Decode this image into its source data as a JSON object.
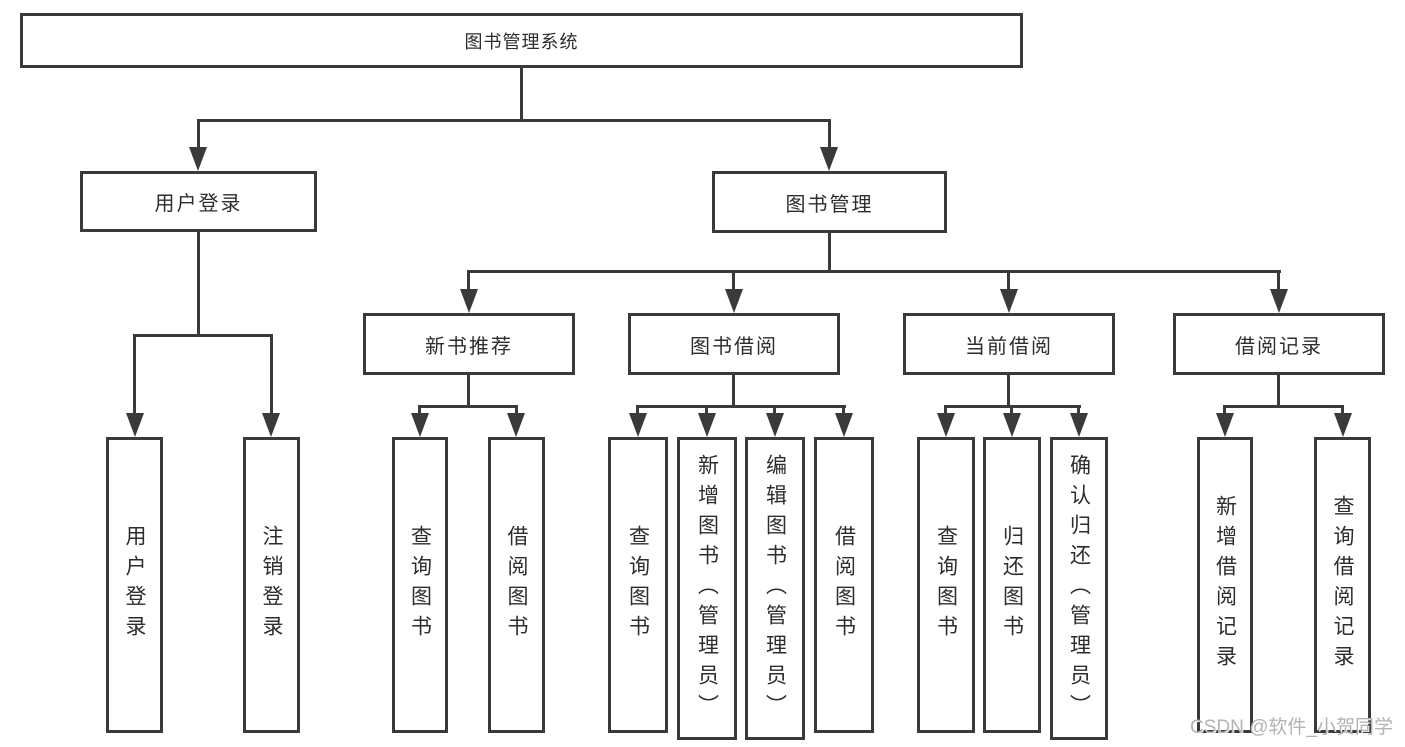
{
  "page": {
    "background_color": "#ffffff",
    "line_color": "#3a3a3a",
    "text_color": "#2d2d2d"
  },
  "diagram": {
    "root": "图书管理系统",
    "level2": {
      "user_login": "用户登录",
      "book_mgmt": "图书管理"
    },
    "level3": {
      "new_books": "新书推荐",
      "borrowing": "图书借阅",
      "current": "当前借阅",
      "records": "借阅记录"
    },
    "leaves": {
      "user_login": [
        "用户登录",
        "注销登录"
      ],
      "new_books": [
        "查询图书",
        "借阅图书"
      ],
      "borrowing": [
        "查询图书",
        "新增图书（管理员）",
        "编辑图书（管理员）",
        "借阅图书"
      ],
      "current": [
        "查询图书",
        "归还图书",
        "确认归还（管理员）"
      ],
      "records": [
        "新增借阅记录",
        "查询借阅记录"
      ]
    }
  },
  "watermark": {
    "text": "CSDN @软件_小贺同学",
    "color": "#b3b3b3"
  }
}
